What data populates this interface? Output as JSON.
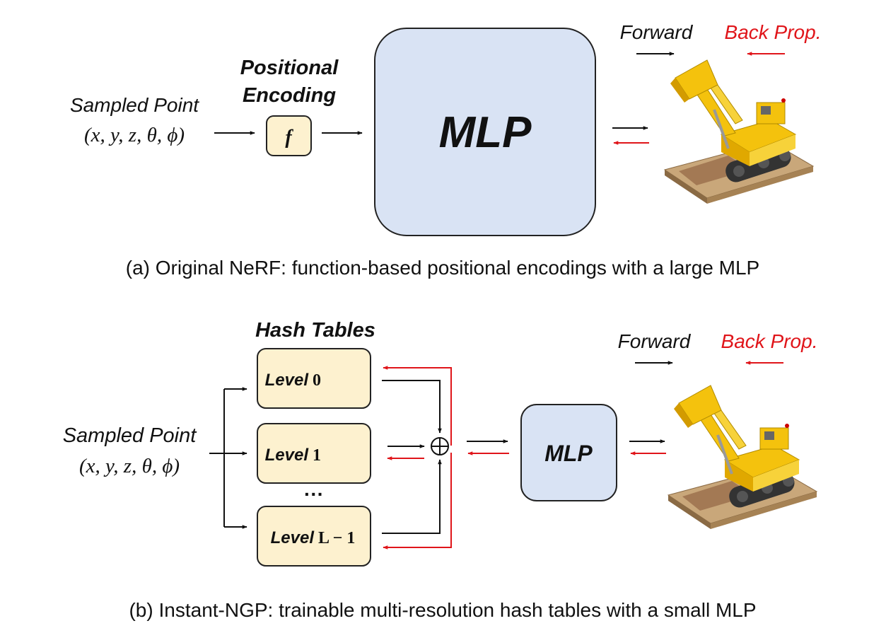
{
  "colors": {
    "mlp_fill": "#d9e3f4",
    "hash_fill": "#fdf1cf",
    "encoding_fill": "#fdf1cf",
    "stroke": "#222222",
    "forward": "#111111",
    "backprop": "#e0151a"
  },
  "top": {
    "input_label": "Sampled Point",
    "input_coords": "(x, y, z, θ, ϕ)",
    "encoding_title_line1": "Positional",
    "encoding_title_line2": "Encoding",
    "encoding_symbol": "f",
    "mlp_label": "MLP",
    "legend_forward": "Forward",
    "legend_backprop": "Back Prop.",
    "render_icon": "lego-bulldozer-render",
    "caption": "(a) Original NeRF: function-based positional encodings with a large MLP"
  },
  "bottom": {
    "input_label": "Sampled Point",
    "input_coords": "(x, y, z, θ, ϕ)",
    "hash_tables_title": "Hash Tables",
    "levels": [
      {
        "word": "Level",
        "index": "0"
      },
      {
        "word": "Level",
        "index": "1"
      },
      {
        "word": "Level",
        "index": "L − 1"
      }
    ],
    "ellipsis": "···",
    "sum_symbol": "⊕",
    "mlp_label": "MLP",
    "legend_forward": "Forward",
    "legend_backprop": "Back Prop.",
    "render_icon": "lego-bulldozer-render",
    "caption": "(b) Instant-NGP: trainable multi-resolution hash tables with a small MLP"
  }
}
